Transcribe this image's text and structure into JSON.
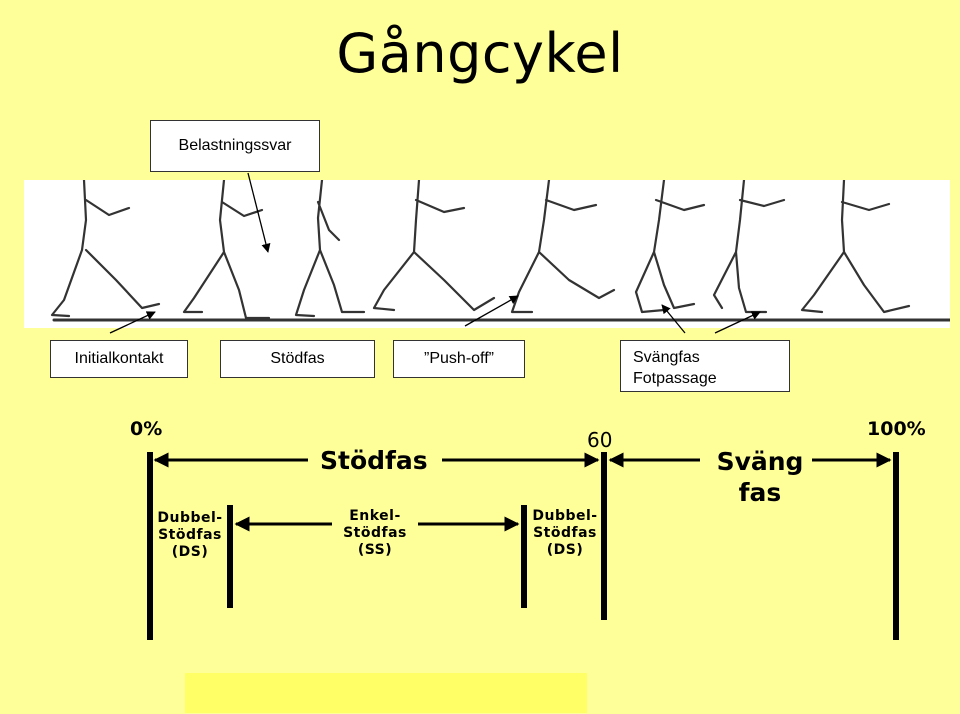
{
  "title": "Gångcykel",
  "labels": {
    "belastningssvar": "Belastningssvar",
    "initialkontakt": "Initialkontakt",
    "stodfas_box": "Stödfas",
    "push_off": "”Push-off”",
    "svangfas_line1": "Svängfas",
    "svangfas_line2": "Fotpassage"
  },
  "timeline": {
    "pct0": "0%",
    "pct60": "60",
    "pct100": "100%",
    "stodfas": "Stödfas",
    "svang_line1": "Sväng",
    "svang_line2": "fas",
    "ds_left": [
      "Dubbel-",
      "Stödfas",
      "(DS)"
    ],
    "ss": [
      "Enkel-",
      "Stödfas",
      "(SS)"
    ],
    "ds_right": [
      "Dubbel-",
      "Stödfas",
      "(DS)"
    ]
  },
  "colors": {
    "background": "#ffff99",
    "bottom_box": "#ffff66"
  }
}
